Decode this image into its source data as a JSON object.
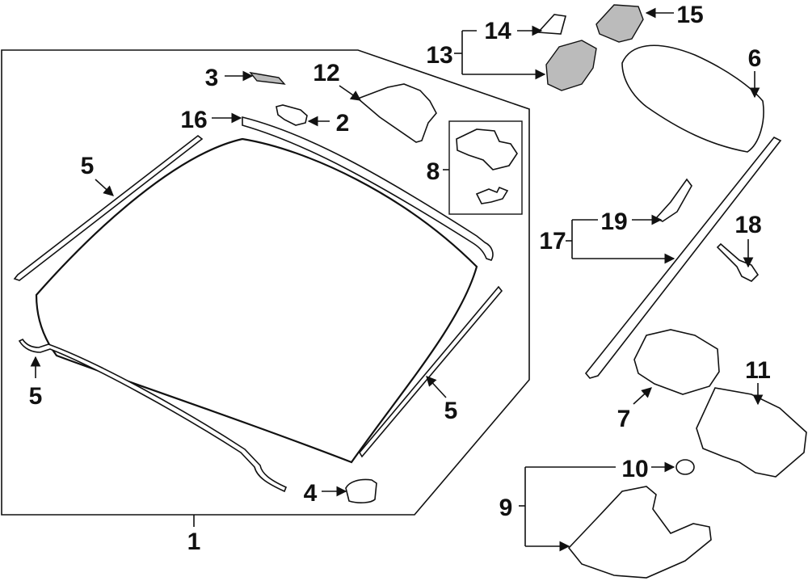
{
  "callouts": {
    "c1": "1",
    "c2": "2",
    "c3": "3",
    "c4": "4",
    "c5a": "5",
    "c5b": "5",
    "c5c": "5",
    "c6": "6",
    "c7": "7",
    "c8": "8",
    "c9": "9",
    "c10": "10",
    "c11": "11",
    "c12": "12",
    "c13": "13",
    "c14": "14",
    "c15": "15",
    "c16": "16",
    "c17": "17",
    "c18": "18",
    "c19": "19"
  },
  "colors": {
    "ink": "#111111",
    "background": "#ffffff",
    "shade": "#bbbbbb"
  }
}
